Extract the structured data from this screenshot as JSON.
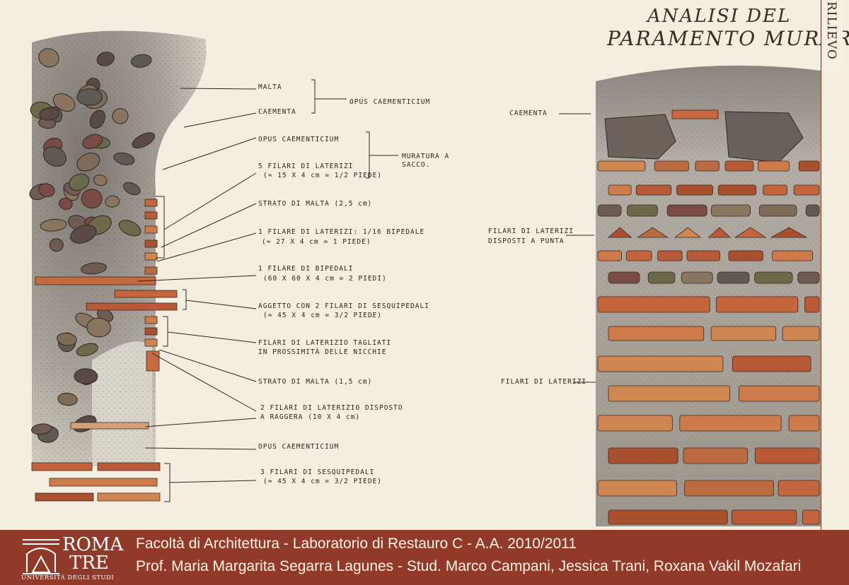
{
  "title": {
    "line1": "ANALISI DEL",
    "line2": "PARAMENTO MURARIO"
  },
  "tab_label": "RILIEVO",
  "left_labels": [
    "MALTA",
    "CAEMENTA",
    "OPUS CAEMENTICIUM",
    "MURATURA A",
    "SACCO.",
    "5 FILARI DI LATERIZI",
    "(≈ 15 X 4 cm = 1/2 PIEDE)",
    "STRATO DI MALTA (2,5 cm)",
    "1 FILARE DI LATERIZI: 1/16 BIPEDALE",
    "(≈ 27 X 4 cm = 1 PIEDE)",
    "1 FILARE DI BIPEDALI",
    "(60 X 60 X 4 cm = 2 PIEDI)",
    "AGGETTO CON 2 FILARI DI SESQUIPEDALI",
    "(≈ 45 X 4 cm = 3/2 PIEDE)",
    "FILARI DI LATERIZIO TAGLIATI",
    "IN PROSSIMITÀ DELLE NICCHIE",
    "STRATO DI MALTA (1,5 cm)",
    "2 FILARI DI LATERIZIO DISPOSTO",
    "A RAGGERA (10 X 4 cm)",
    "OPUS CAEMENTICIUM",
    "3 FILARI DI SESQUIPEDALI",
    "(≈ 45 X 4 cm = 3/2 PIEDE)",
    "OPUS CAEMENTICIUM"
  ],
  "right_labels": [
    "CAEMENTA",
    "FILARI DI LATERIZI",
    "DISPOSTI A PUNTA",
    "FILARI DI LATERIZI"
  ],
  "footer": {
    "logo_roma": "ROMA",
    "logo_tre": "TRE",
    "logo_sub": "UNIVERSITÀ DEGLI STUDI",
    "line1": "Facoltà di Architettura - Laboratorio di Restauro C - A.A. 2010/2011",
    "line2": "Prof. Maria Margarita Segarra Lagunes - Stud. Marco Campani, Jessica Trani, Roxana Vakil Mozafari"
  },
  "colors": {
    "footer": "#913a2a",
    "paper": "#f4eee1",
    "brick": "#c0613c",
    "stone": "#6a5548",
    "mortar": "#a8a296"
  }
}
